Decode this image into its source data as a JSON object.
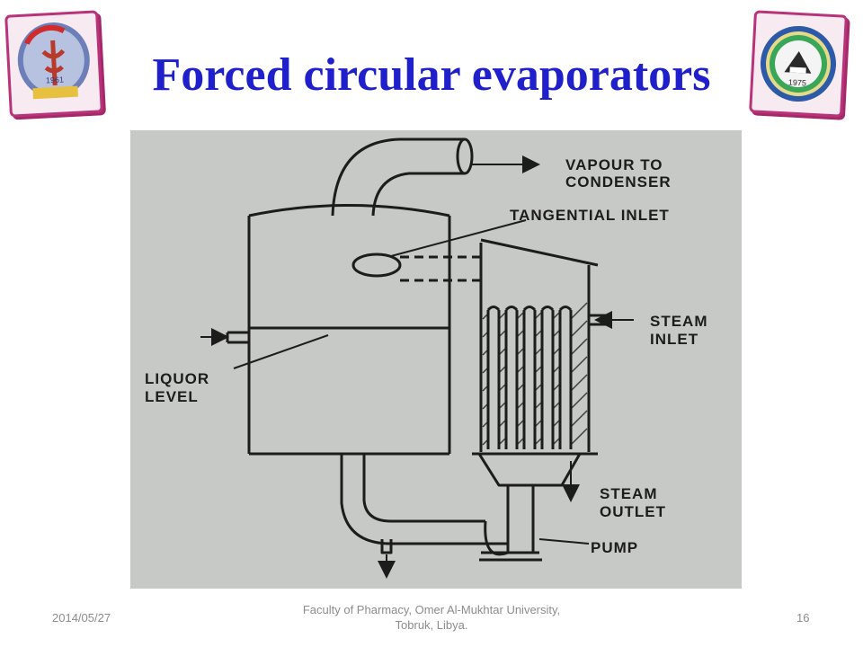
{
  "slide": {
    "title": "Forced circular evaporators"
  },
  "logos": {
    "left_year": "1961",
    "right_year": "1975"
  },
  "diagram": {
    "labels": {
      "vapour_1": "VAPOUR TO",
      "vapour_2": "CONDENSER",
      "tangential_inlet": "TANGENTIAL INLET",
      "steam_inlet_1": "STEAM",
      "steam_inlet_2": "INLET",
      "liquor_1": "LIQUOR",
      "liquor_2": "LEVEL",
      "steam_outlet_1": "STEAM",
      "steam_outlet_2": "OUTLET",
      "pump": "PUMP"
    }
  },
  "footer": {
    "date": "2014/05/27",
    "center_line1": "Faculty of Pharmacy, Omer Al-Mukhtar University,",
    "center_line2": "Tobruk, Libya.",
    "page": "16"
  }
}
